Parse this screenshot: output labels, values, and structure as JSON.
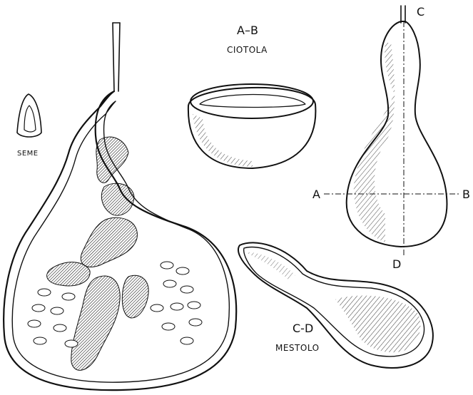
{
  "labels": {
    "seed": "SEME",
    "bowl_code": "A–B",
    "bowl_name": "CIOTOLA",
    "ladle_code": "C-D",
    "ladle_name": "MESTOLO",
    "axis_a": "A",
    "axis_b": "B",
    "axis_c": "C",
    "axis_d": "D"
  },
  "colors": {
    "ink": "#111111",
    "paper": "#ffffff",
    "shade": "#444444"
  }
}
